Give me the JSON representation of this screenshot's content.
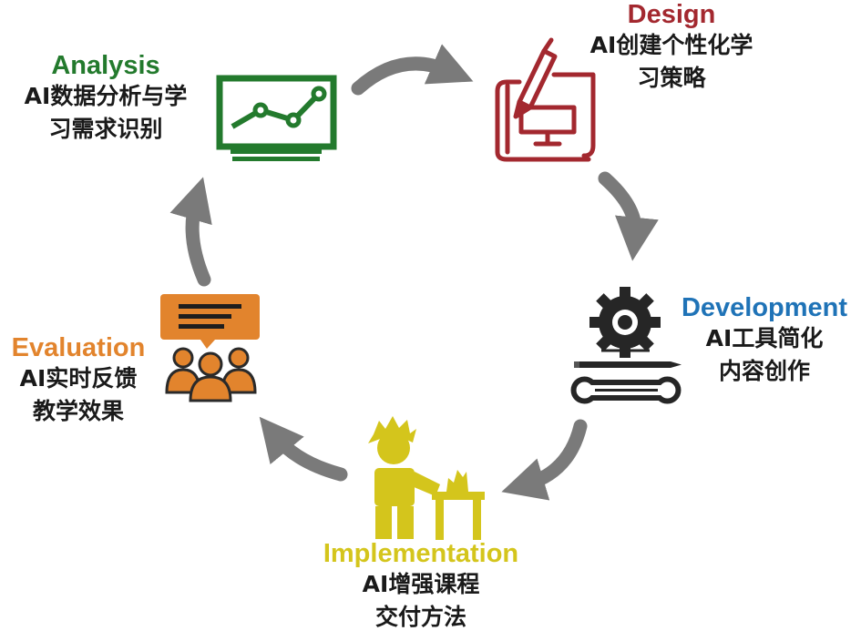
{
  "colors": {
    "analysis": "#237a2d",
    "design": "#a3282f",
    "development": "#1f73b7",
    "implementation": "#d4c51c",
    "evaluation": "#e2842d",
    "arrow": "#7a7a7a",
    "text": "#1a1a1a"
  },
  "stages": {
    "analysis": {
      "title": "Analysis",
      "desc_line1": "AI数据分析与学",
      "desc_line2": "习需求识别",
      "icon": "monitor-chart-icon"
    },
    "design": {
      "title": "Design",
      "desc_line1": "AI创建个性化学",
      "desc_line2": "习策略",
      "icon": "pencil-blueprint-icon"
    },
    "development": {
      "title": "Development",
      "desc_line1": "AI工具简化",
      "desc_line2": "内容创作",
      "icon": "gear-tools-icon"
    },
    "implementation": {
      "title": "Implementation",
      "desc_line1": "AI增强课程",
      "desc_line2": "交付方法",
      "icon": "worker-table-icon"
    },
    "evaluation": {
      "title": "Evaluation",
      "desc_line1": "AI实时反馈",
      "desc_line2": "教学效果",
      "icon": "feedback-group-icon"
    }
  },
  "arrows": [
    {
      "from": "analysis",
      "to": "design"
    },
    {
      "from": "design",
      "to": "development"
    },
    {
      "from": "development",
      "to": "implementation"
    },
    {
      "from": "implementation",
      "to": "evaluation"
    },
    {
      "from": "evaluation",
      "to": "analysis"
    }
  ]
}
